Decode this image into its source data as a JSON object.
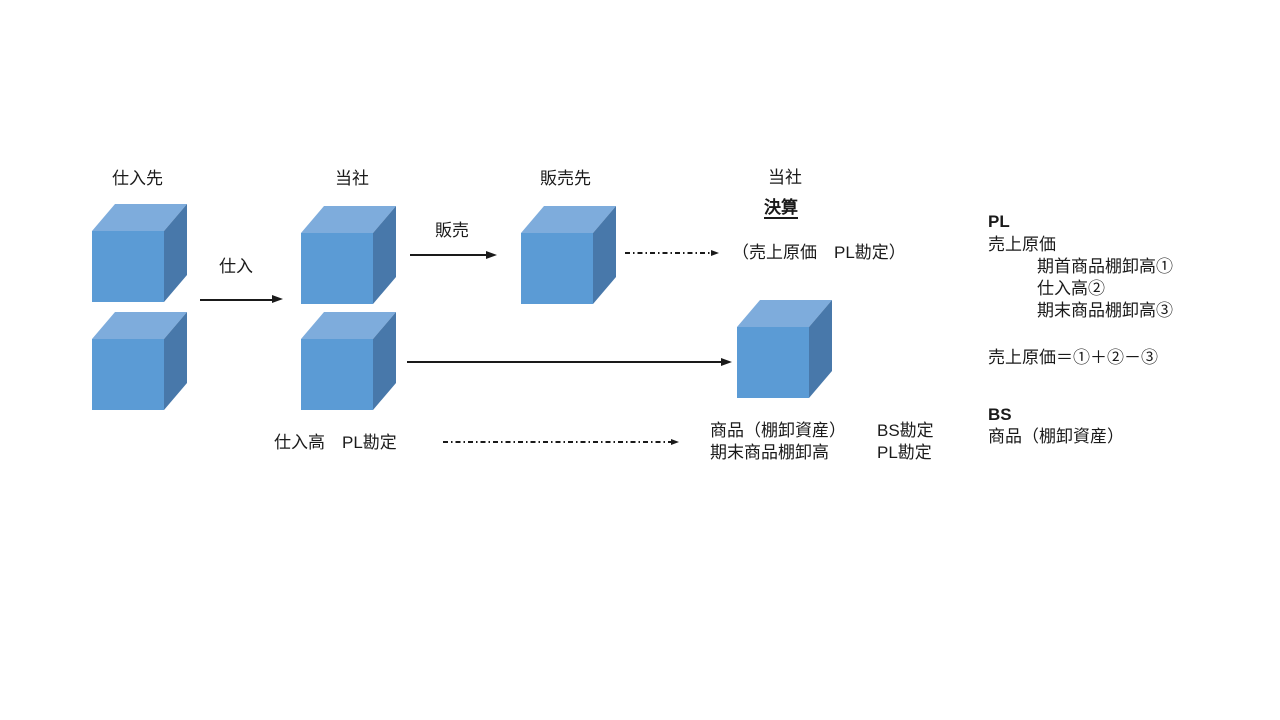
{
  "canvas": {
    "background": "#FFFFFF"
  },
  "colors": {
    "cube_front": "#5B9BD5",
    "cube_top": "#7EACDC",
    "cube_side": "#4878AA",
    "line": "#1A1A1A",
    "text": "#1A1A1A"
  },
  "stages": {
    "supplier_label": "仕入先",
    "company_label": "当社",
    "customer_label": "販売先",
    "closing_company_label": "当社",
    "closing_label": "決算"
  },
  "flows": {
    "purchase_label": "仕入",
    "sales_label": "販売",
    "cogs_note": "（売上原価　PL勘定）",
    "purchase_account_note": "仕入高　PL勘定",
    "inventory_rows": [
      {
        "name": "商品（棚卸資産）",
        "account": "BS勘定"
      },
      {
        "name": "期末商品棚卸高",
        "account": "PL勘定"
      }
    ]
  },
  "summary_panel": {
    "pl_header": "PL",
    "pl_item": "売上原価",
    "pl_subitems": [
      "期首商品棚卸高①",
      "仕入高②",
      "期末商品棚卸高③"
    ],
    "formula": "売上原価＝①＋②－③",
    "bs_header": "BS",
    "bs_item": "商品（棚卸資産）"
  }
}
